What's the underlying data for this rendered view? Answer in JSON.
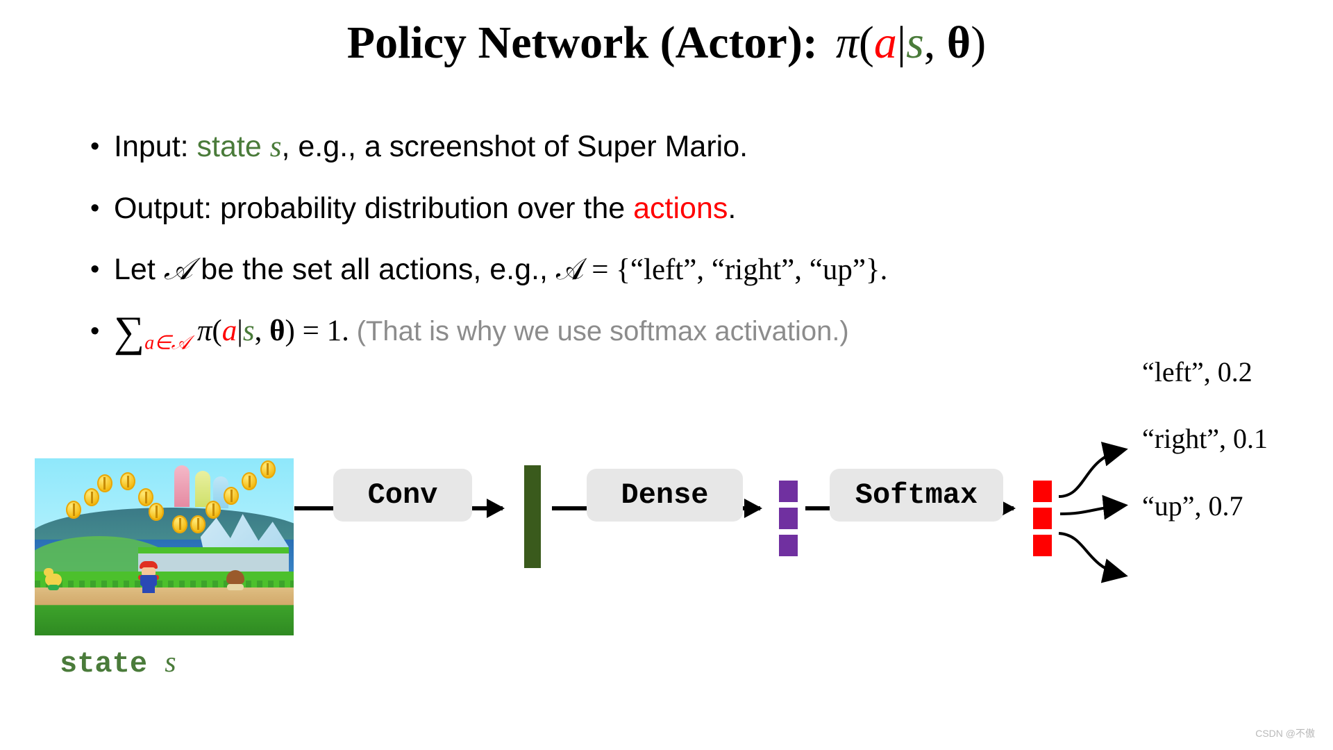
{
  "slide": {
    "title": {
      "text": "Policy Network (Actor):",
      "formula": "π(a|s, θ)",
      "formula_parts": {
        "pi": "π",
        "open": "(",
        "action": "a",
        "bar": "|",
        "state": "s",
        "comma": ", ",
        "theta": "θ",
        "close": ")"
      }
    },
    "bullets": [
      {
        "marker": "•",
        "segments": [
          {
            "text": "Input: ",
            "color": "#000000"
          },
          {
            "text": "state ",
            "color": "#4A7B3A"
          },
          {
            "text": "s",
            "color": "#4A7B3A",
            "style": "italic"
          },
          {
            "text": ", e.g., a screenshot of Super Mario.",
            "color": "#000000"
          }
        ],
        "plain": "Input: state s, e.g., a screenshot of Super Mario."
      },
      {
        "marker": "•",
        "segments": [
          {
            "text": "Output: probability distribution over the ",
            "color": "#000000"
          },
          {
            "text": "actions",
            "color": "#FF0000"
          },
          {
            "text": ".",
            "color": "#000000"
          }
        ],
        "plain": "Output: probability distribution over the actions."
      },
      {
        "marker": "•",
        "segments": [
          {
            "text": "Let ",
            "color": "#000000"
          },
          {
            "text": "𝒜",
            "color": "#000000",
            "style": "script"
          },
          {
            "text": " be the set all actions, e.g., ",
            "color": "#000000"
          },
          {
            "text": "𝒜 = {“left”, “right”, “up”}.",
            "color": "#000000"
          }
        ],
        "plain": "Let A be the set all actions, e.g., A = {“left”, “right”, “up”}."
      },
      {
        "marker": "•",
        "segments": [
          {
            "text": "∑",
            "color": "#000000"
          },
          {
            "text": "a∈𝒜",
            "color": "#FF0000",
            "style": "subscript"
          },
          {
            "text": " π(a|s, θ) = 1. ",
            "color": "#000000"
          },
          {
            "text": "(That is why we use softmax activation.)",
            "color": "#8C8C8C"
          }
        ],
        "plain": "∑ a∈A π(a|s, θ) = 1. (That is why we use softmax activation.)"
      }
    ],
    "bullet4": {
      "sum_symbol": "∑",
      "sub_a": "a",
      "sub_in": "∈",
      "sub_A": "𝒜",
      "pi": "π",
      "open": "(",
      "action": "a",
      "bar": "|",
      "state": "s",
      "comma": ", ",
      "theta": "θ",
      "close": ")",
      "equals": " = 1. ",
      "note": "(That is why we use softmax activation.)"
    },
    "diagram": {
      "state_caption": {
        "word": "state",
        "symbol": "s"
      },
      "layers": [
        {
          "name": "conv",
          "label": "Conv"
        },
        {
          "name": "dense",
          "label": "Dense"
        },
        {
          "name": "softmax",
          "label": "Softmax"
        }
      ],
      "feature_bar_color": "#3A5A1C",
      "hidden_units_color": "#7030A0",
      "hidden_units_count": 3,
      "output_units_color": "#FF0000",
      "output_units_count": 3,
      "outputs": [
        {
          "action": "“left”",
          "probability": "0.2",
          "label": "“left”, 0.2"
        },
        {
          "action": "“right”",
          "probability": "0.1",
          "label": "“right”, 0.1"
        },
        {
          "action": "“up”",
          "probability": "0.7",
          "label": "“up”, 0.7"
        }
      ]
    },
    "watermark": "CSDN @不傲"
  },
  "colors": {
    "action_red": "#FF0000",
    "state_green": "#4A7B3A",
    "note_gray": "#8C8C8C",
    "box_gray": "#E7E7E7",
    "purple": "#7030A0",
    "dark_green": "#3A5A1C"
  }
}
